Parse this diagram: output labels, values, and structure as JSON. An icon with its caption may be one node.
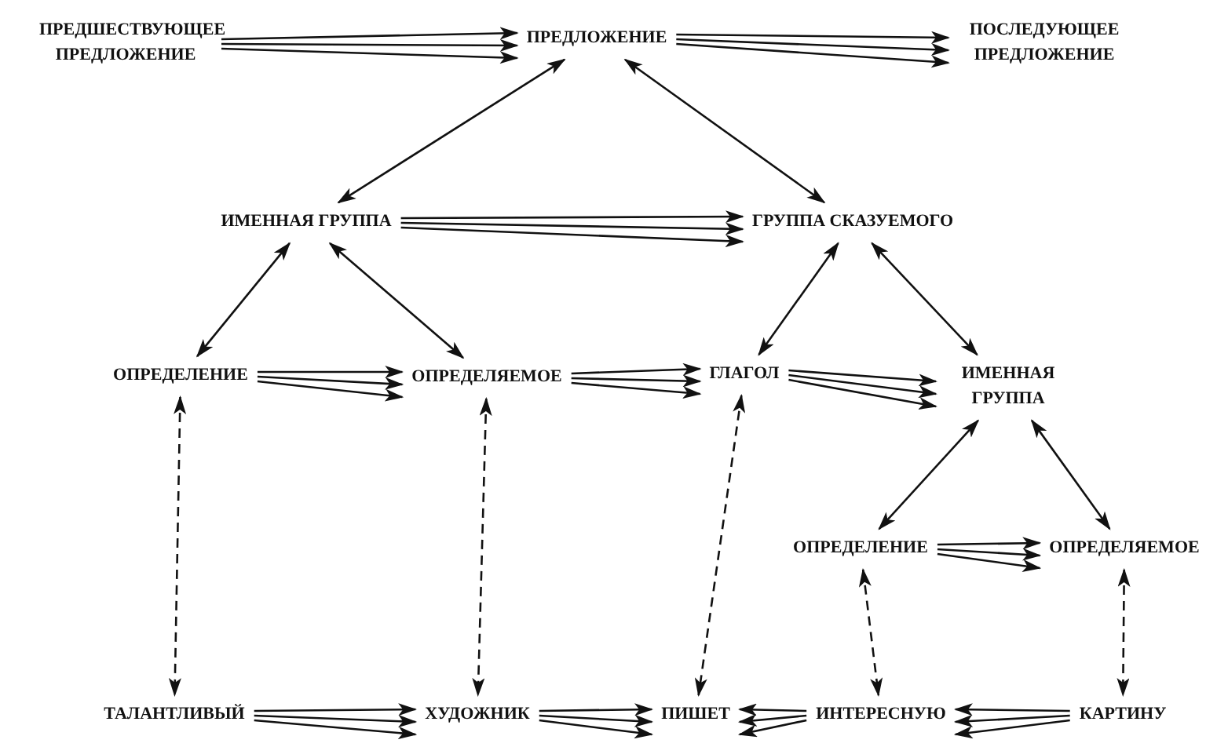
{
  "diagram": {
    "nodes": [
      {
        "text": [
          "ПРЕДШЕСТВУЮЩЕЕ ПРЕДЛОЖЕНИЕ"
        ]
      },
      {
        "text": [
          "ПРЕДЛОЖЕНИЕ"
        ]
      },
      {
        "text": [
          "ПОСЛЕДУЮЩЕЕ ПРЕДЛОЖЕНИЕ"
        ]
      },
      {
        "text": [
          "ИМЕННАЯ ГРУППА"
        ]
      },
      {
        "text": [
          "ГРУППА СКАЗУЕМОГО"
        ]
      },
      {
        "text": [
          "ОПРЕДЕЛЕНИЕ"
        ]
      },
      {
        "text": [
          "ОПРЕДЕЛЯЕМОЕ"
        ]
      },
      {
        "text": [
          "ГЛАГОЛ"
        ]
      },
      {
        "text": [
          "ИМЕННАЯ ГРУППА"
        ]
      },
      {
        "text": [
          "ОПРЕДЕЛЕНИЕ"
        ]
      },
      {
        "text": [
          "ОПРЕДЕЛЯЕМОЕ"
        ]
      },
      {
        "text": [
          "ТАЛАНТЛИВЫЙ"
        ]
      },
      {
        "text": [
          "ХУДОЖНИК"
        ]
      },
      {
        "text": [
          "ПИШЕТ"
        ]
      },
      {
        "text": [
          "ИНТЕРЕСНУЮ"
        ]
      },
      {
        "text": [
          "КАРТИНУ"
        ]
      }
    ],
    "edges": [
      {
        "from": 0,
        "to": 1,
        "arrow": "to"
      },
      {
        "from": 0,
        "to": 1,
        "arrow": "to"
      },
      {
        "from": 0,
        "to": 1,
        "arrow": "to"
      },
      {
        "from": 1,
        "to": 2,
        "arrow": "to"
      },
      {
        "from": 1,
        "to": 2,
        "arrow": "to"
      },
      {
        "from": 1,
        "to": 2,
        "arrow": "to"
      },
      {
        "from": 1,
        "to": 3,
        "arrow": "both"
      },
      {
        "from": 1,
        "to": 4,
        "arrow": "both"
      },
      {
        "from": 3,
        "to": 4,
        "arrow": "to"
      },
      {
        "from": 3,
        "to": 4,
        "arrow": "to"
      },
      {
        "from": 3,
        "to": 4,
        "arrow": "to"
      },
      {
        "from": 3,
        "to": 5,
        "arrow": "both"
      },
      {
        "from": 3,
        "to": 6,
        "arrow": "both"
      },
      {
        "from": 4,
        "to": 7,
        "arrow": "both"
      },
      {
        "from": 4,
        "to": 8,
        "arrow": "both"
      },
      {
        "from": 5,
        "to": 6,
        "arrow": "to"
      },
      {
        "from": 5,
        "to": 6,
        "arrow": "to"
      },
      {
        "from": 5,
        "to": 6,
        "arrow": "to"
      },
      {
        "from": 6,
        "to": 7,
        "arrow": "to"
      },
      {
        "from": 6,
        "to": 7,
        "arrow": "to"
      },
      {
        "from": 6,
        "to": 7,
        "arrow": "to"
      },
      {
        "from": 7,
        "to": 8,
        "arrow": "to"
      },
      {
        "from": 7,
        "to": 8,
        "arrow": "to"
      },
      {
        "from": 7,
        "to": 8,
        "arrow": "to"
      },
      {
        "from": 8,
        "to": 9,
        "arrow": "both"
      },
      {
        "from": 8,
        "to": 10,
        "arrow": "both"
      },
      {
        "from": 9,
        "to": 10,
        "arrow": "to"
      },
      {
        "from": 9,
        "to": 10,
        "arrow": "to"
      },
      {
        "from": 9,
        "to": 10,
        "arrow": "to"
      },
      {
        "from": 5,
        "to": 11,
        "arrow": "both",
        "style": "dashed"
      },
      {
        "from": 6,
        "to": 12,
        "arrow": "both",
        "style": "dashed"
      },
      {
        "from": 7,
        "to": 13,
        "arrow": "both",
        "style": "dashed"
      },
      {
        "from": 9,
        "to": 14,
        "arrow": "both",
        "style": "dashed"
      },
      {
        "from": 10,
        "to": 15,
        "arrow": "both",
        "style": "dashed"
      },
      {
        "from": 11,
        "to": 12,
        "arrow": "to"
      },
      {
        "from": 11,
        "to": 12,
        "arrow": "to"
      },
      {
        "from": 11,
        "to": 12,
        "arrow": "to"
      },
      {
        "from": 12,
        "to": 13,
        "arrow": "to"
      },
      {
        "from": 12,
        "to": 13,
        "arrow": "to"
      },
      {
        "from": 12,
        "to": 13,
        "arrow": "to"
      },
      {
        "from": 14,
        "to": 13,
        "arrow": "to"
      },
      {
        "from": 14,
        "to": 13,
        "arrow": "to"
      },
      {
        "from": 14,
        "to": 13,
        "arrow": "to"
      },
      {
        "from": 15,
        "to": 14,
        "arrow": "to"
      },
      {
        "from": 15,
        "to": 14,
        "arrow": "to"
      },
      {
        "from": 15,
        "to": 14,
        "arrow": "to"
      }
    ]
  }
}
